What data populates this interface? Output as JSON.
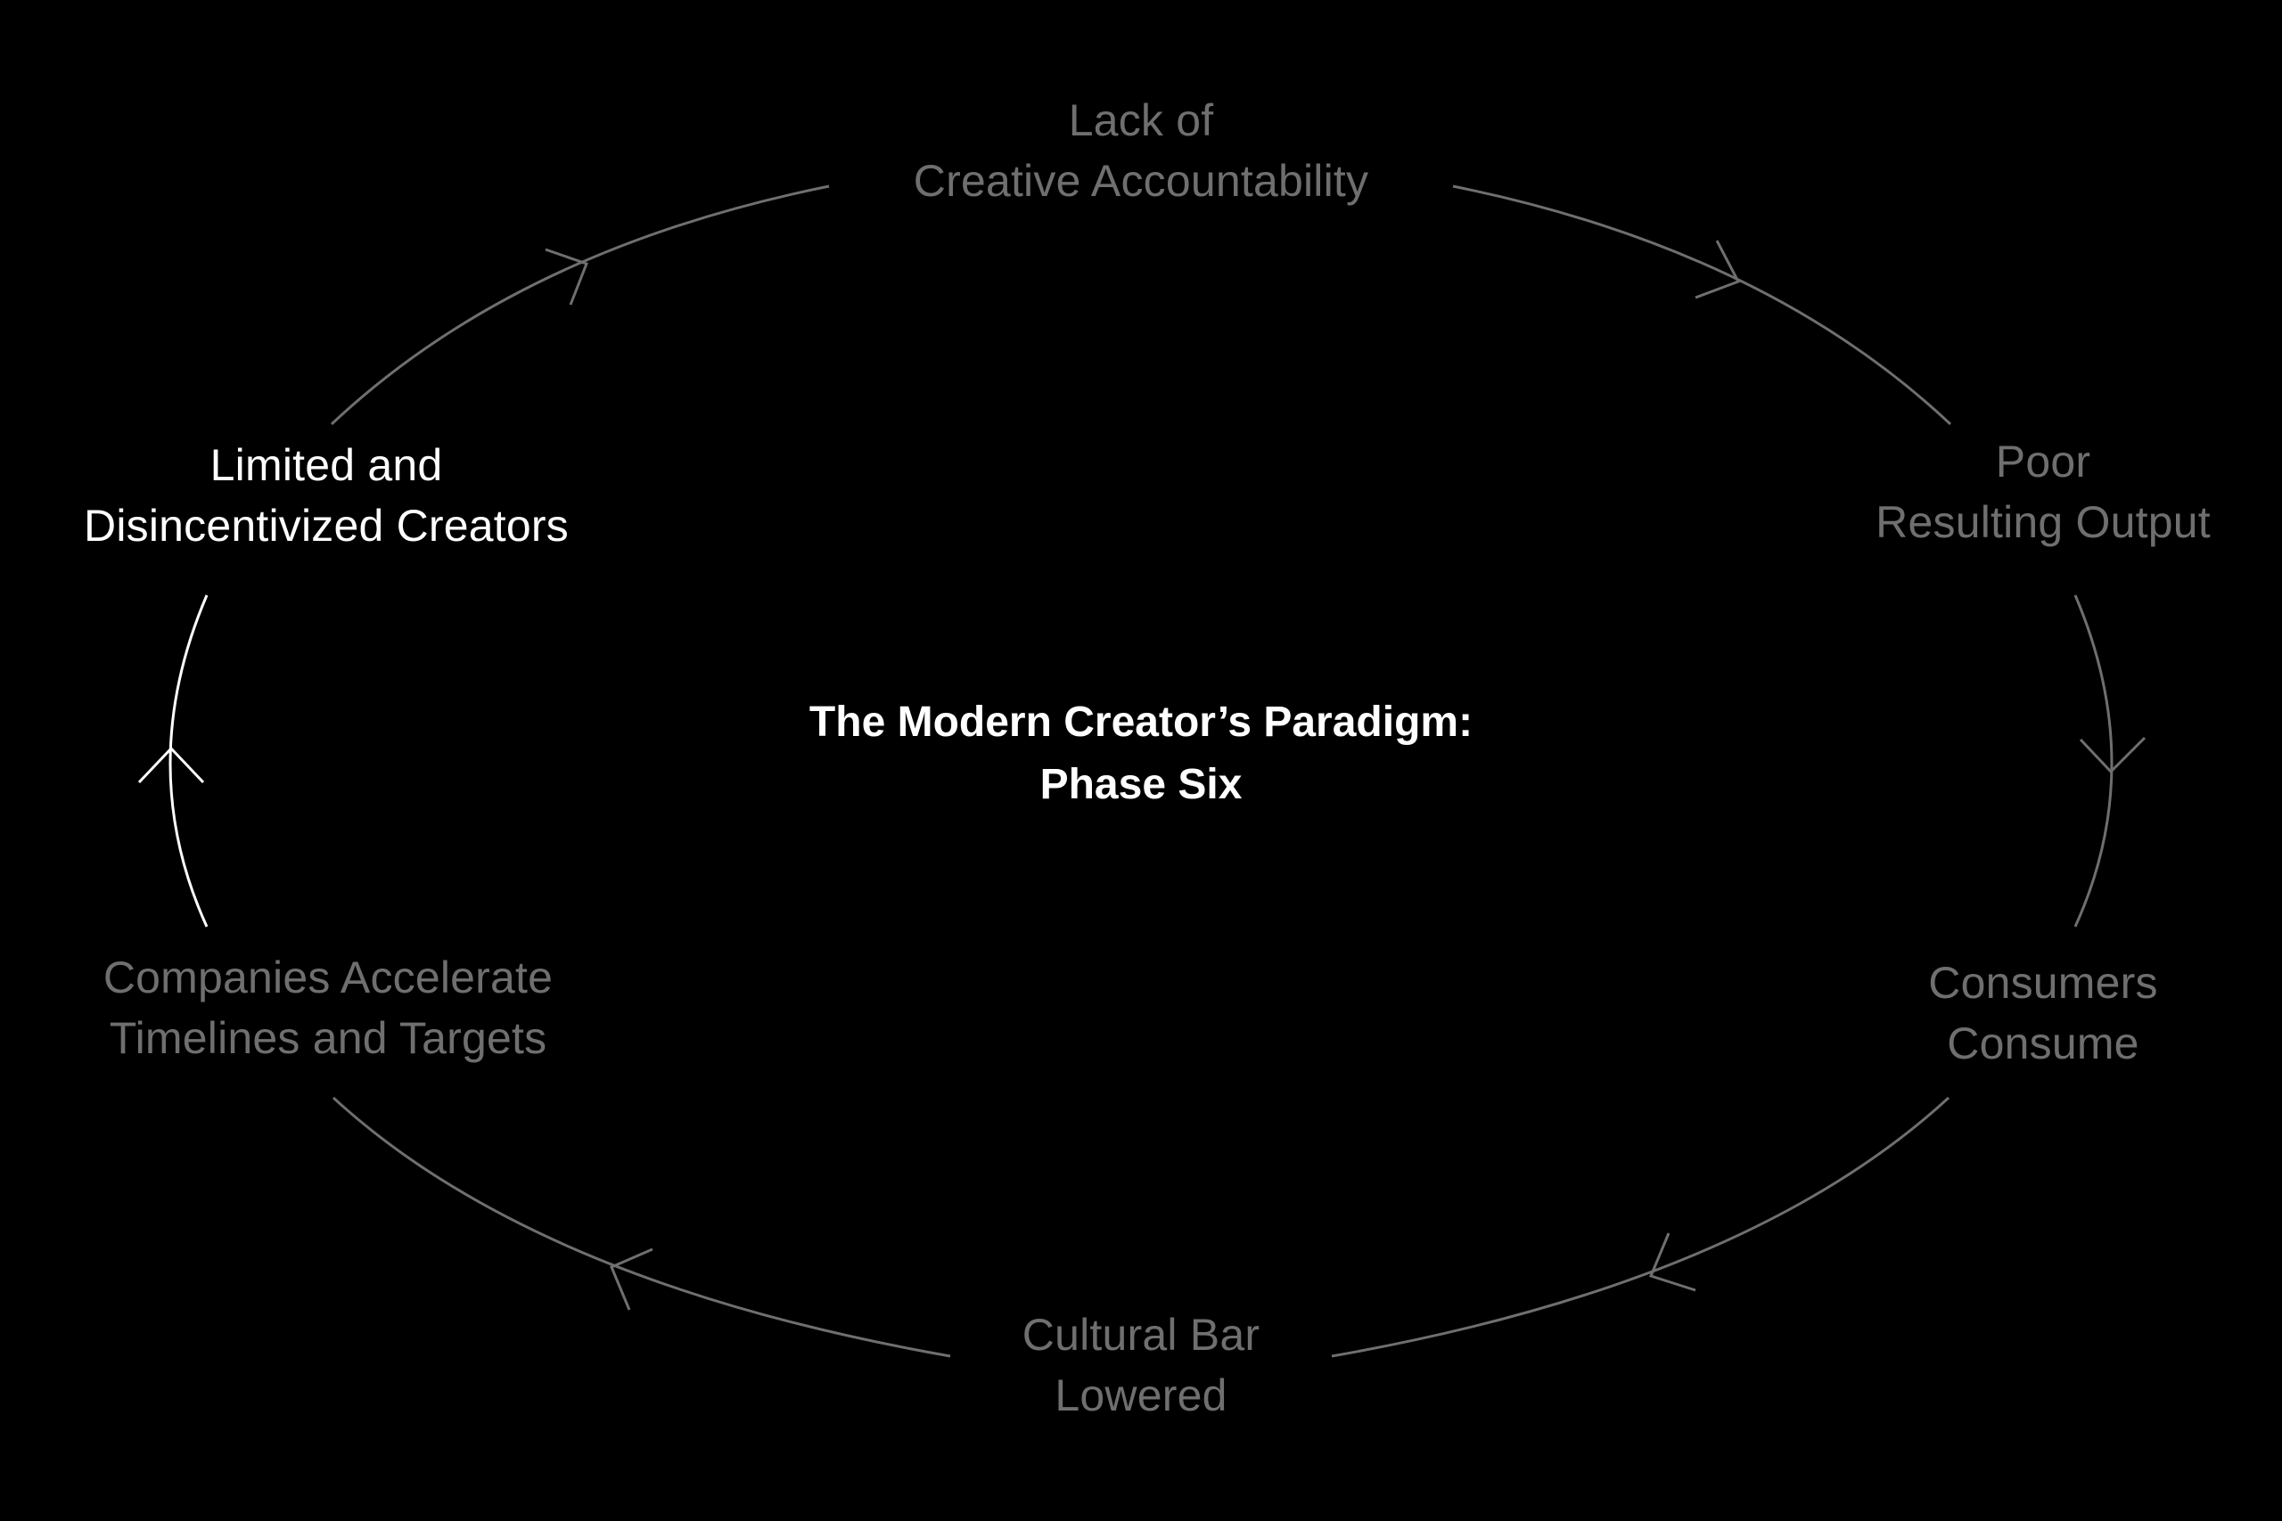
{
  "title": {
    "line1": "The Modern Creator’s Paradigm:",
    "line2": "Phase Six"
  },
  "nodes": [
    {
      "line1": "Lack of",
      "line2": "Creative Accountability",
      "active": false
    },
    {
      "line1": "Poor",
      "line2": "Resulting Output",
      "active": false
    },
    {
      "line1": "Consumers",
      "line2": "Consume",
      "active": false
    },
    {
      "line1": "Cultural Bar",
      "line2": "Lowered",
      "active": false
    },
    {
      "line1": "Companies Accelerate",
      "line2": "Timelines and Targets",
      "active": false
    },
    {
      "line1": "Limited and",
      "line2": "Disincentivized Creators",
      "active": true
    }
  ],
  "colors": {
    "background": "#000000",
    "inactive": "#6f6f6f",
    "active": "#ffffff"
  }
}
